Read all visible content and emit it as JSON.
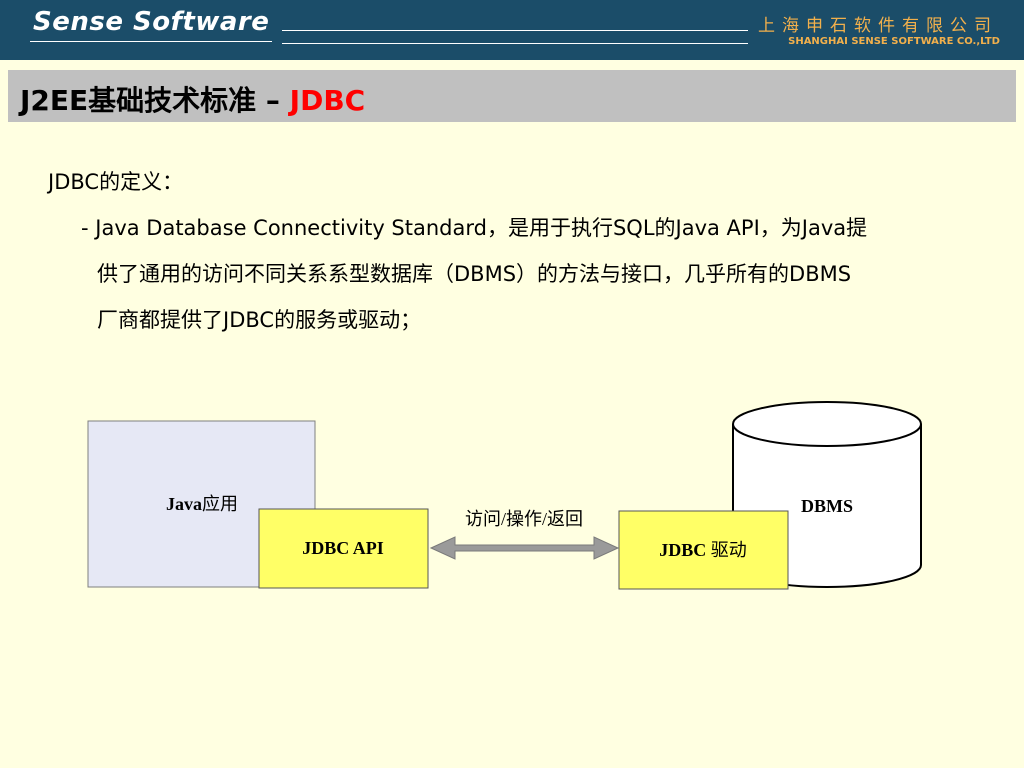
{
  "header": {
    "brand": "Sense Software",
    "company_cn": "上海申石软件有限公司",
    "company_en": "SHANGHAI SENSE SOFTWARE CO.,LTD"
  },
  "slide": {
    "title_prefix": "J2EE基础技术标准 – ",
    "title_accent": "JDBC",
    "definition_heading": "JDBC的定义：",
    "definition_lines": [
      "- Java Database Connectivity Standard，是用于执行SQL的Java API，为Java提",
      "供了通用的访问不同关系系型数据库（DBMS）的方法与接口，几乎所有的DBMS",
      "厂商都提供了JDBC的服务或驱动；"
    ]
  },
  "diagram": {
    "java_app_label_bold": "Java",
    "java_app_label_rest": "应用",
    "jdbc_api_label": "JDBC API",
    "arrow_label": "访问/操作/返回",
    "jdbc_driver_label_bold": "JDBC ",
    "jdbc_driver_label_rest": "驱动",
    "dbms_label": "DBMS"
  },
  "colors": {
    "header_bg": "#1b4d69",
    "header_accent": "#f2b04c",
    "slide_bg": "#ffffe1",
    "title_bar": "#c0c0c0",
    "title_accent": "#ff0000",
    "java_box": "#e6e8f5",
    "jdbc_box": "#ffff66",
    "arrow": "#9a9a9a"
  }
}
